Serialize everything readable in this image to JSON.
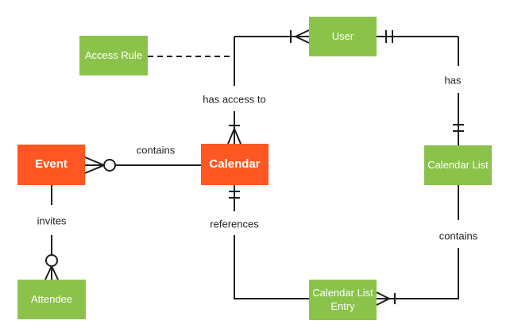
{
  "colors": {
    "entity_primary": "#FF5722",
    "entity_secondary": "#8BC34A",
    "line": "#1f1f1f",
    "entity_text": "#ffffff",
    "background": "#ffffff"
  },
  "diagram_type": "entity-relationship (crow's foot notation)",
  "entities": {
    "event": {
      "label": "Event",
      "variant": "primary"
    },
    "calendar": {
      "label": "Calendar",
      "variant": "primary"
    },
    "access_rule": {
      "label": "Access Rule",
      "variant": "secondary"
    },
    "user": {
      "label": "User",
      "variant": "secondary"
    },
    "calendar_list": {
      "label": "Calendar List",
      "variant": "secondary"
    },
    "calendar_list_entry": {
      "label": "Calendar List Entry",
      "variant": "secondary"
    },
    "attendee": {
      "label": "Attendee",
      "variant": "secondary"
    }
  },
  "relationships": {
    "contains_event": {
      "label": "contains",
      "from": "Calendar",
      "to": "Event",
      "notation": "zero-or-many (ring + crow's foot) at Event; plain at Calendar"
    },
    "has_access_to": {
      "label": "has access to",
      "from": "Calendar",
      "to": "User",
      "notation": "one-or-many (tick + crow's foot) at Calendar; one-or-many (tick + crow's foot) at User; dashed connector from Access Rule attaches to this relationship line"
    },
    "has": {
      "label": "has",
      "from": "User",
      "to": "Calendar List",
      "notation": "one-and-only-one (double tick) beside User; one-and-only-one (double tick) above Calendar List"
    },
    "invites": {
      "label": "invites",
      "from": "Event",
      "to": "Attendee",
      "notation": "zero-or-many (ring + crow's foot) at Attendee"
    },
    "references": {
      "label": "references",
      "from": "Calendar",
      "to": "Calendar List Entry",
      "notation": "one-and-only-one (double tick) below Calendar"
    },
    "contains_entry": {
      "label": "contains",
      "from": "Calendar List",
      "to": "Calendar List Entry",
      "notation": "one-or-many (crow's foot + tick) at Calendar List Entry"
    },
    "access_rule_link": {
      "label": "",
      "from": "Access Rule",
      "to": "has access to relationship line",
      "notation": "dashed line, no cardinality marks"
    }
  }
}
